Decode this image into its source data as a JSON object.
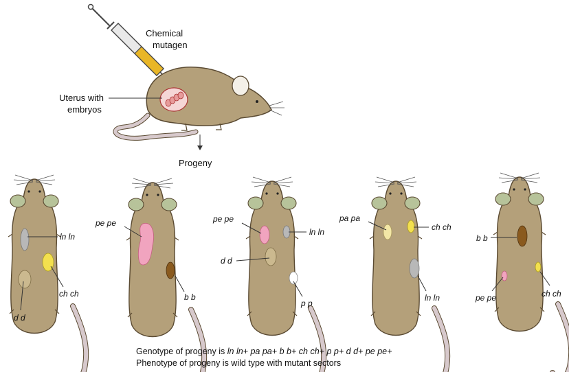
{
  "top": {
    "mutagen_label_line1": "Chemical",
    "mutagen_label_line2": "mutagen",
    "uterus_label_line1": "Uterus with",
    "uterus_label_line2": "embryos",
    "progeny_label": "Progeny"
  },
  "mice": [
    {
      "sectors": [
        {
          "genotype": "ln ln",
          "color": "#b8b8b8"
        },
        {
          "genotype": "ch ch",
          "color": "#f3e04e"
        },
        {
          "genotype": "d d",
          "color": "#cbb98f"
        }
      ]
    },
    {
      "sectors": [
        {
          "genotype": "pe pe",
          "color": "#f1a4bf"
        },
        {
          "genotype": "b b",
          "color": "#8a5a1e"
        }
      ]
    },
    {
      "sectors": [
        {
          "genotype": "pe pe",
          "color": "#f1a4bf"
        },
        {
          "genotype": "ln ln",
          "color": "#b8b8b8"
        },
        {
          "genotype": "d d",
          "color": "#cbb98f"
        },
        {
          "genotype": "p p",
          "color": "#ffffff"
        }
      ]
    },
    {
      "sectors": [
        {
          "genotype": "pa pa",
          "color": "#f3e7a6"
        },
        {
          "genotype": "ch ch",
          "color": "#f3e04e"
        },
        {
          "genotype": "ln ln",
          "color": "#b8b8b8"
        }
      ]
    },
    {
      "sectors": [
        {
          "genotype": "b b",
          "color": "#8a5a1e"
        },
        {
          "genotype": "pe pe",
          "color": "#f1a4bf"
        },
        {
          "genotype": "ch ch",
          "color": "#f3e04e"
        }
      ]
    }
  ],
  "caption": {
    "genotype_prefix": "Genotype of progeny is ",
    "genotype_terms": [
      "ln",
      "ln+",
      "pa",
      "pa+",
      "b",
      "b+",
      "ch",
      "ch+",
      "p",
      "p+",
      "d",
      "d+",
      "pe",
      "pe+"
    ],
    "phenotype_line": "Phenotype of progeny is wild type with mutant sectors"
  },
  "colors": {
    "fur": "#b4a07a",
    "fur_outline": "#5a4a32",
    "ear": "#b7c39a",
    "tail": "#d7c9cc",
    "syringe_yellow": "#e9b627"
  }
}
